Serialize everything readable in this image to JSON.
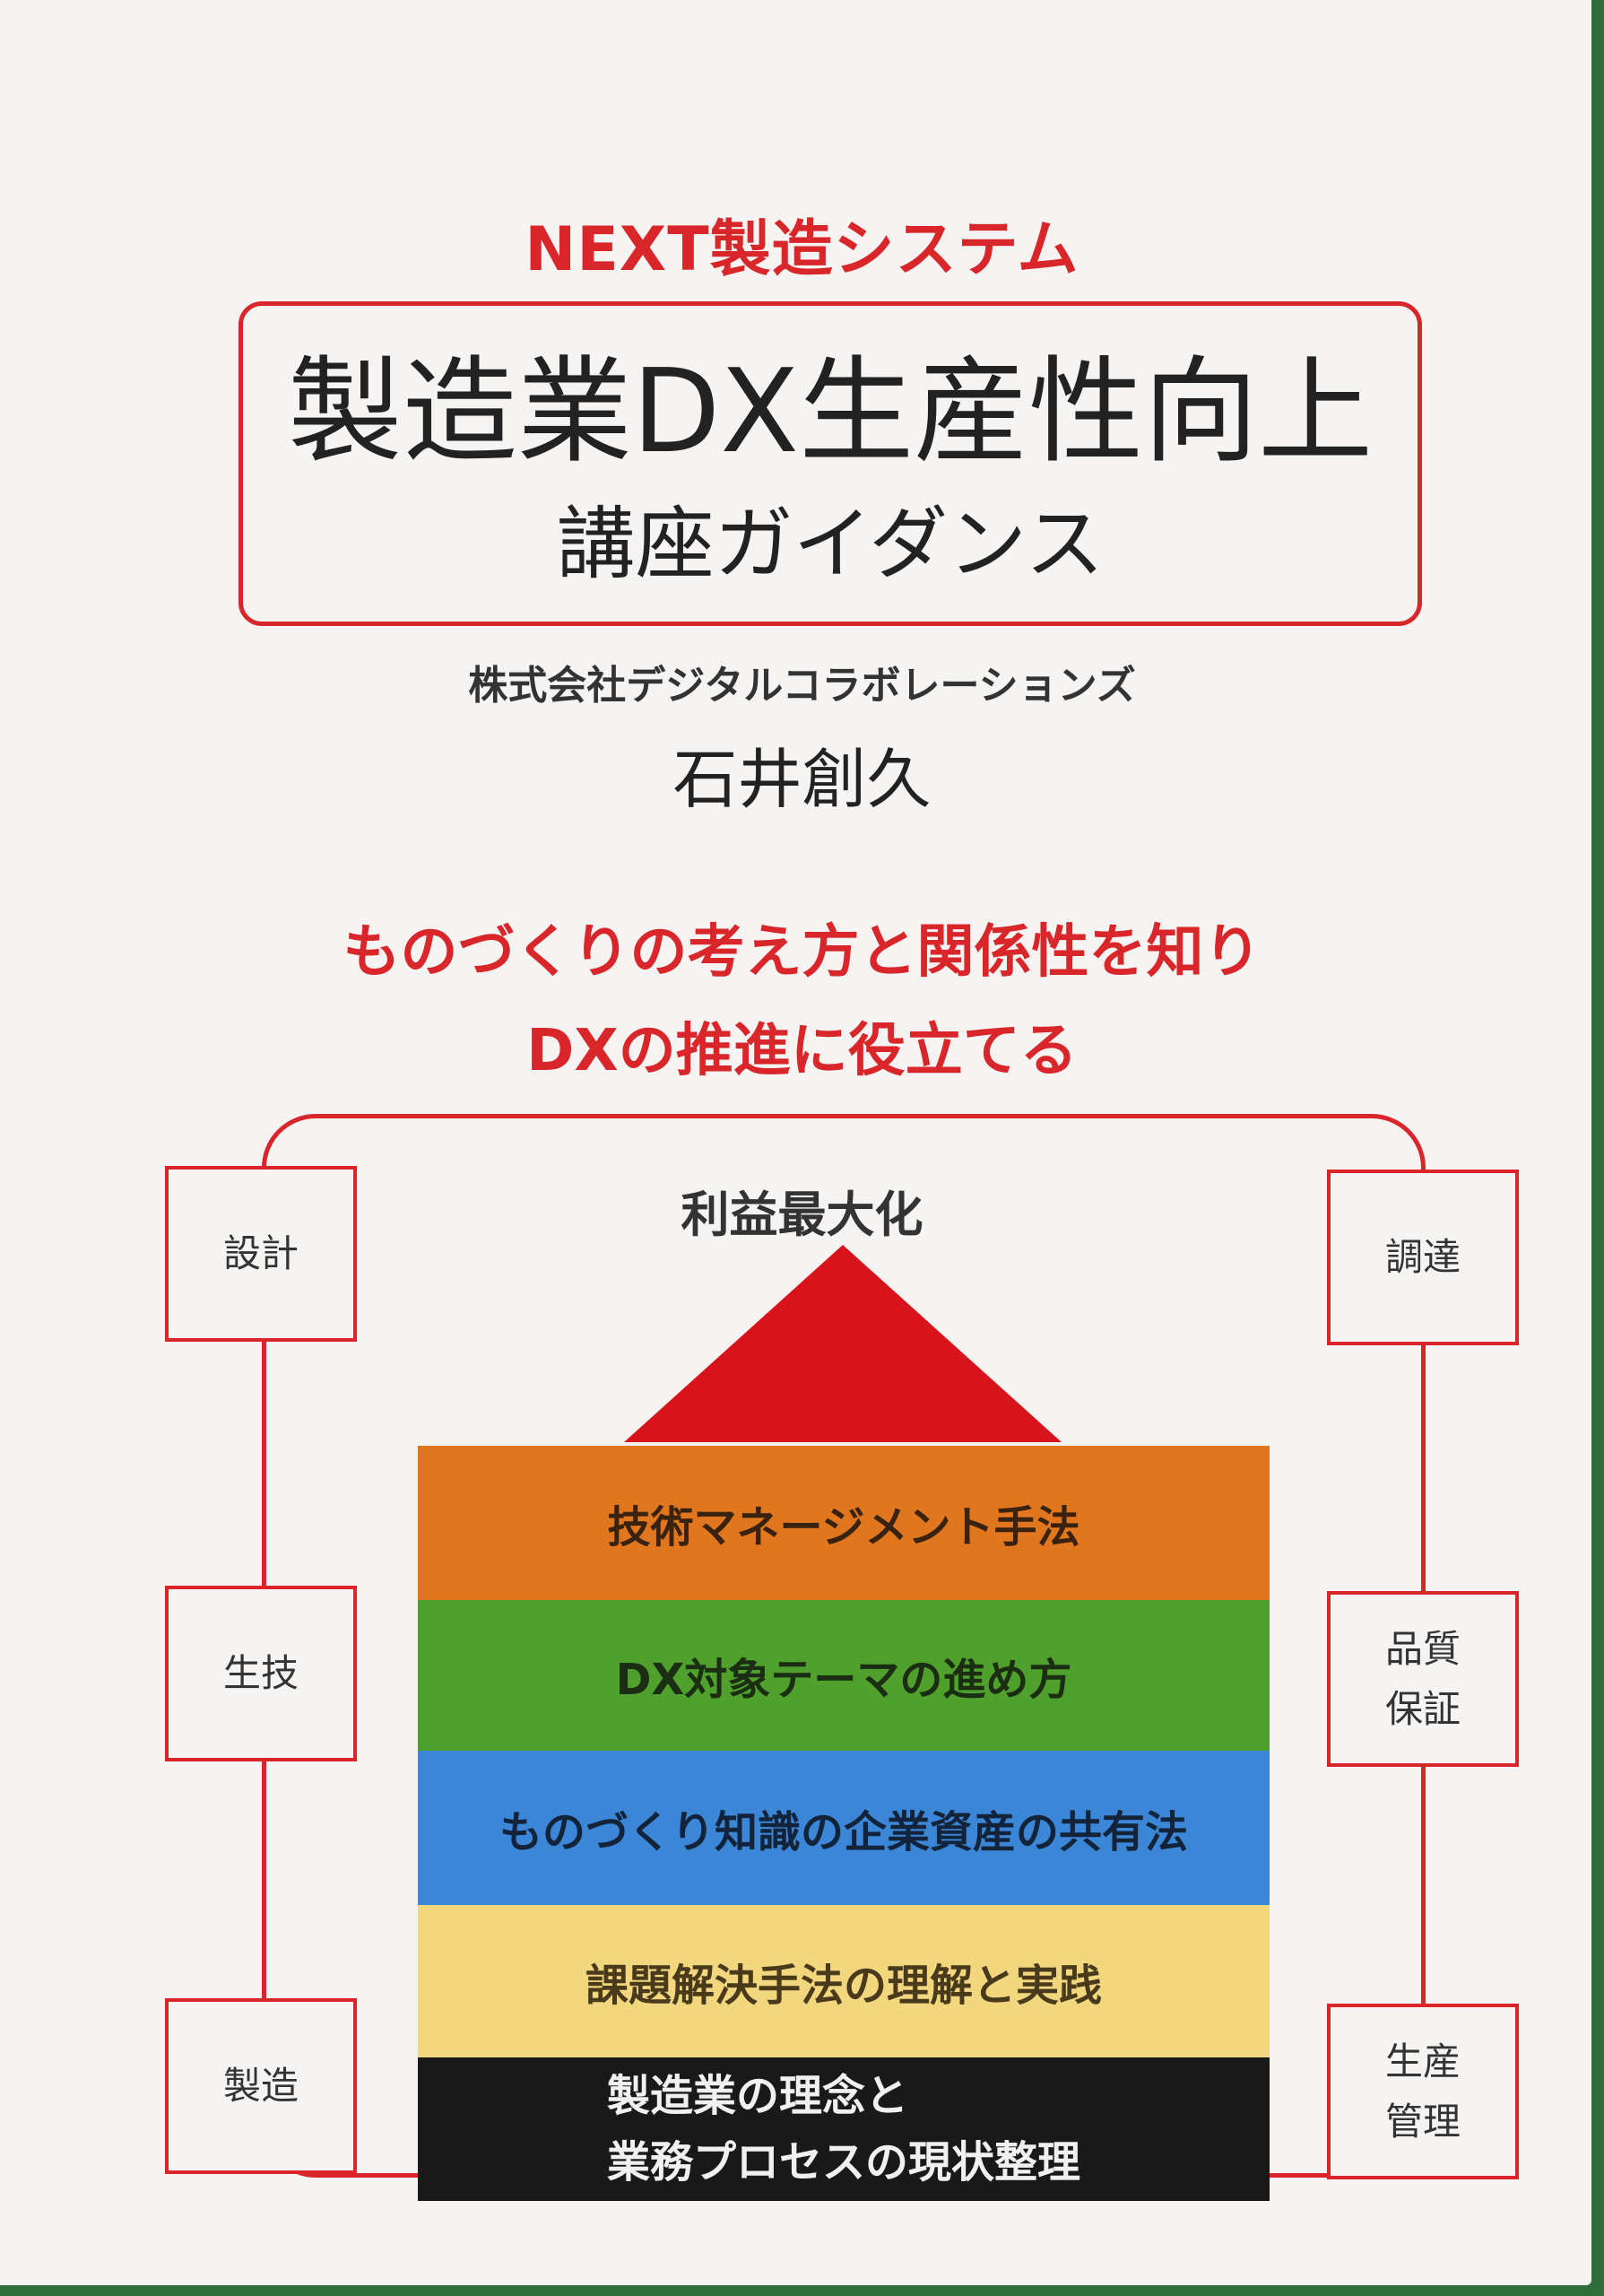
{
  "cover": {
    "series": "NEXT製造システム",
    "title_main": "製造業DX生産性向上",
    "title_sub": "講座ガイダンス",
    "company": "株式会社デジタルコラボレーションズ",
    "author": "石井創久",
    "tagline_1": "ものづくりの考え方と関係性を知り",
    "tagline_2": "DXの推進に役立てる"
  },
  "diagram": {
    "goal": "利益最大化",
    "left_boxes": {
      "top": "設計",
      "middle": "生技",
      "bottom": "製造"
    },
    "right_boxes": {
      "top": "調達",
      "middle_line1": "品質",
      "middle_line2": "保証",
      "bottom_line1": "生産",
      "bottom_line2": "管理"
    },
    "layers": {
      "layer_1": "技術マネージメント手法",
      "layer_2": "DX対象テーマの進め方",
      "layer_3": "ものづくり知識の企業資産の共有法",
      "layer_4": "課題解決手法の理解と実践",
      "layer_5_line1": "製造業の理念と",
      "layer_5_line2": "業務プロセスの現状整理"
    }
  },
  "colors": {
    "accent_red": "#d9262a",
    "layer_orange": "#e0761e",
    "layer_green": "#4fa02c",
    "layer_blue": "#3b86d6",
    "layer_yellow": "#f2d77e",
    "layer_black": "#191919"
  }
}
